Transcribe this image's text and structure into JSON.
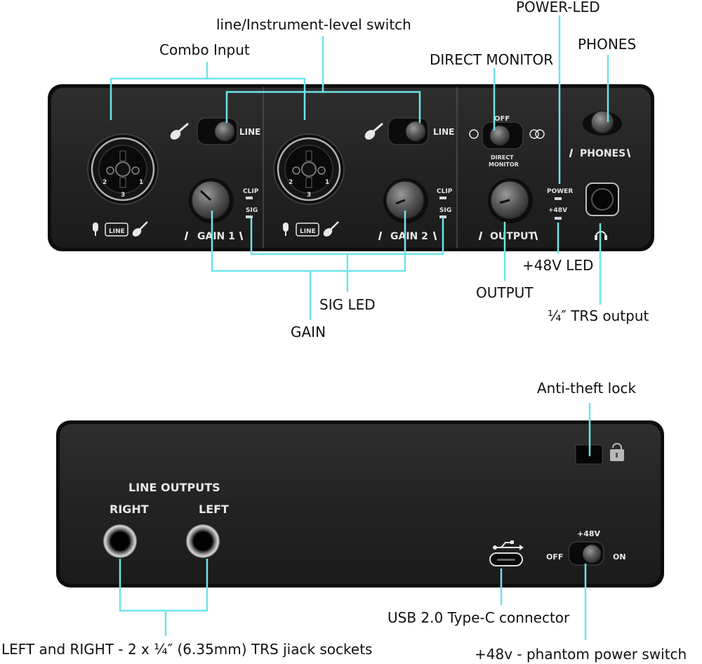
{
  "callouts": {
    "combo_input": "Combo Input",
    "line_instrument_switch": "line/Instrument-level switch",
    "power_led": "POWER-LED",
    "direct_monitor": "DIRECT MONITOR",
    "phones": "PHONES",
    "plus48v_led": "+48V LED",
    "sig_led": "SIG LED",
    "output": "OUTPUT",
    "trs_output": "¼″ TRS output",
    "gain": "GAIN",
    "anti_theft_lock": "Anti-theft lock",
    "usb_connector": "USB 2.0 Type-C connector",
    "left_right_sockets": "LEFT and RIGHT - 2 x ¼″ (6.35mm) TRS jiack sockets",
    "phantom_switch": "+48v - phantom power switch"
  },
  "front_panel": {
    "line": "LINE",
    "gain1": "GAIN  1",
    "gain2": "GAIN  2",
    "clip": "CLIP",
    "sig": "SIG",
    "off": "OFF",
    "direct": "DIRECT",
    "monitor": "MONITOR",
    "power": "POWER",
    "plus48v": "+48V",
    "output": "OUTPUT",
    "phones": "PHONES",
    "pin2": "2",
    "pin1": "1",
    "pin3": "3",
    "badge_line": "LINE"
  },
  "rear_panel": {
    "line_outputs": "LINE OUTPUTS",
    "right": "RIGHT",
    "left": "LEFT",
    "plus48v": "+48V",
    "off": "OFF",
    "on": "ON"
  },
  "colors": {
    "leader": "#6ee3ea",
    "panel": "#262626",
    "panel_edge": "#0c0c0c",
    "led": "#cfd6dd"
  }
}
